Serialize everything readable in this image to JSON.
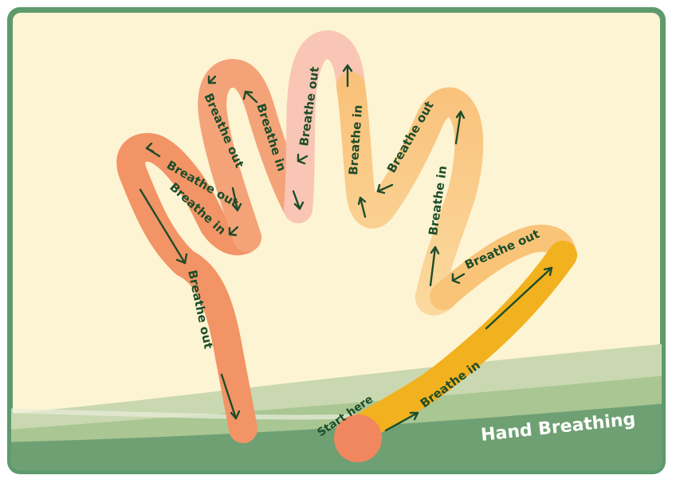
{
  "title": "Hand Breathing",
  "start_label": "Start here",
  "breathe_in": "Breathe in",
  "breathe_out": "Breathe out",
  "colors": {
    "frame": "#5e9a6c",
    "background": "#fdf4d3",
    "text_dark": "#1d4d2a",
    "title_text": "#ffffff",
    "start_dot": "#f0875f",
    "stroke_thumb": "#f2b11f",
    "stroke_little": "#f29466",
    "stroke_ring": "#f4a379",
    "stroke_middle": "#f9c6b5",
    "stroke_index": "#fbd499"
  }
}
